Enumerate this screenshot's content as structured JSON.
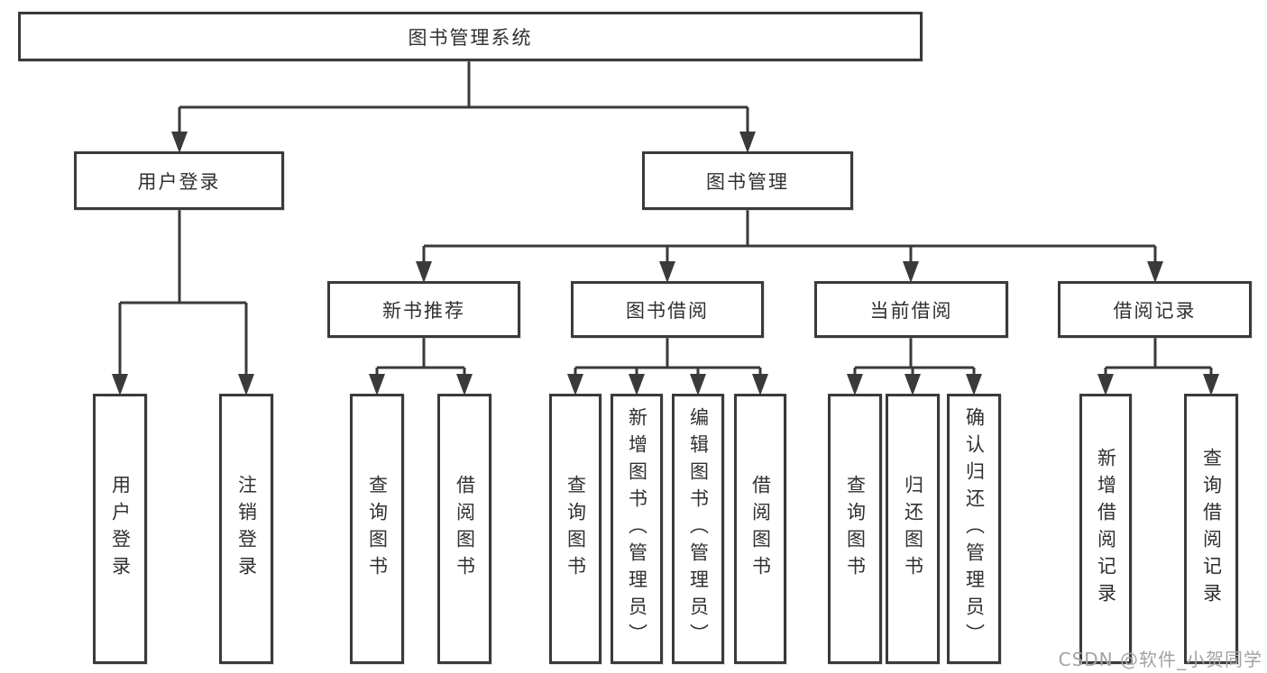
{
  "diagram": {
    "root": {
      "label": "图书管理系统"
    },
    "branches": [
      {
        "label": "用户登录",
        "children": [
          {
            "label": "用户登录"
          },
          {
            "label": "注销登录"
          }
        ]
      },
      {
        "label": "图书管理",
        "children": [
          {
            "label": "新书推荐",
            "children": [
              {
                "label": "查询图书"
              },
              {
                "label": "借阅图书"
              }
            ]
          },
          {
            "label": "图书借阅",
            "children": [
              {
                "label": "查询图书"
              },
              {
                "label": "新增图书（管理员）"
              },
              {
                "label": "编辑图书（管理员）"
              },
              {
                "label": "借阅图书"
              }
            ]
          },
          {
            "label": "当前借阅",
            "children": [
              {
                "label": "查询图书"
              },
              {
                "label": "归还图书"
              },
              {
                "label": "确认归还（管理员）"
              }
            ]
          },
          {
            "label": "借阅记录",
            "children": [
              {
                "label": "新增借阅记录"
              },
              {
                "label": "查询借阅记录"
              }
            ]
          }
        ]
      }
    ]
  },
  "watermark": "CSDN @软件_小贺同学",
  "colors": {
    "line": "#3a3a3a",
    "box_border": "#3a3a3a",
    "text": "#303030",
    "watermark": "#a3a3a3",
    "background": "#ffffff"
  }
}
